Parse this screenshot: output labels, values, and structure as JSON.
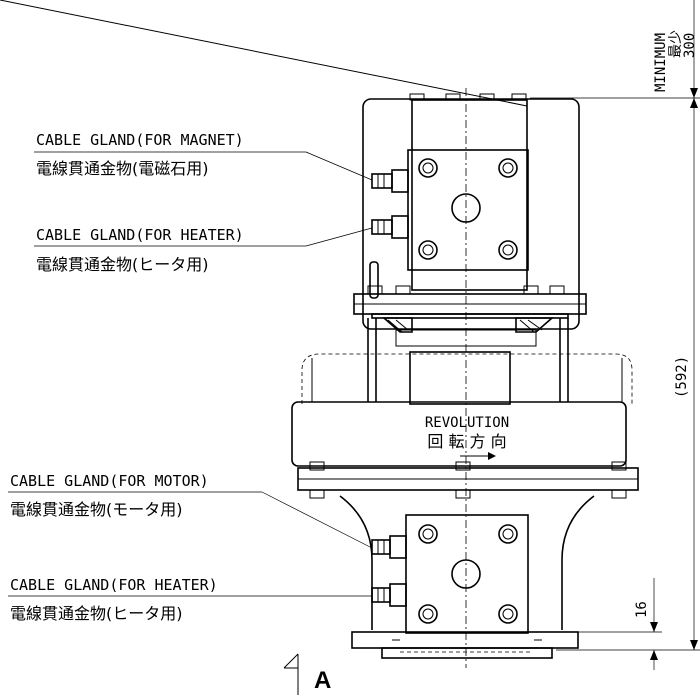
{
  "labels": {
    "cable_magnet_en": "CABLE GLAND(FOR MAGNET)",
    "cable_magnet_jp": "電線貫通金物(電磁石用)",
    "cable_heater1_en": "CABLE GLAND(FOR HEATER)",
    "cable_heater1_jp": "電線貫通金物(ヒータ用)",
    "cable_motor_en": "CABLE GLAND(FOR MOTOR)",
    "cable_motor_jp": "電線貫通金物(モータ用)",
    "cable_heater2_en": "CABLE GLAND(FOR HEATER)",
    "cable_heater2_jp": "電線貫通金物(ヒータ用)",
    "revolution_en": "REVOLUTION",
    "revolution_jp": "回 転 方 向"
  },
  "dimensions": {
    "minimum_en": "MINIMUM",
    "minimum_jp": "最少",
    "minimum_value": "300",
    "height_value": "(592)",
    "base_value": "16"
  },
  "section_marker": "A",
  "icons": [
    "revolution-arrow-icon",
    "section-arrow-icon"
  ]
}
